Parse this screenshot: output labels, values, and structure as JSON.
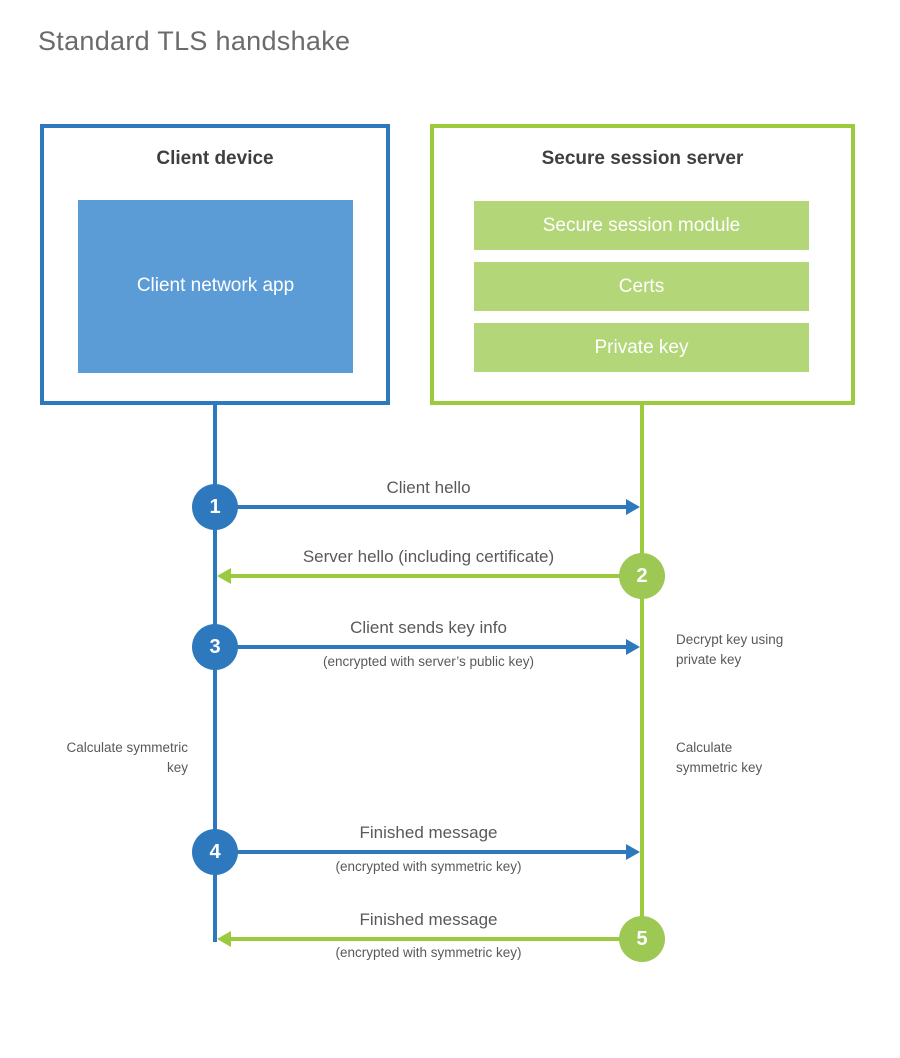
{
  "page": {
    "title": "Standard TLS handshake"
  },
  "colors": {
    "blue": "#2e78bd",
    "blue-light": "#5c9cd6",
    "green": "#9bca3e",
    "green-circle": "#9dc853",
    "green-light": "#b3d678",
    "heading": "#3f3f3f",
    "text": "#58595b",
    "title-gray": "#6b6b6b"
  },
  "client": {
    "title": "Client device",
    "app_label": "Client network app"
  },
  "server": {
    "title": "Secure session server",
    "modules": [
      "Secure session module",
      "Certs",
      "Private key"
    ]
  },
  "steps": [
    {
      "number": "1",
      "label": "Client hello",
      "sublabel": ""
    },
    {
      "number": "2",
      "label": "Server hello (including certificate)",
      "sublabel": ""
    },
    {
      "number": "3",
      "label": "Client sends key info",
      "sublabel": "(encrypted with server’s public key)"
    },
    {
      "number": "4",
      "label": "Finished message",
      "sublabel": "(encrypted with symmetric key)"
    },
    {
      "number": "5",
      "label": "Finished message",
      "sublabel": "(encrypted with symmetric key)"
    }
  ],
  "notes": {
    "decrypt": "Decrypt key using private key",
    "calculate_left": "Calculate symmetric key",
    "calculate_right": "Calculate symmetric key"
  }
}
